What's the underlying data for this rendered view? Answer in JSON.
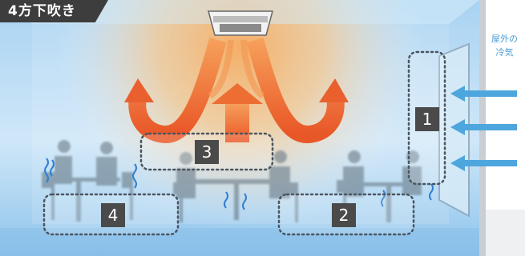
{
  "tag_label": "4方下吹き",
  "outdoor_label_line1": "屋外の",
  "outdoor_label_line2": "冷気",
  "zones": [
    {
      "id": "1",
      "label": "1"
    },
    {
      "id": "2",
      "label": "2"
    },
    {
      "id": "3",
      "label": "3"
    },
    {
      "id": "4",
      "label": "4"
    }
  ],
  "colors": {
    "room_blue": "#bfe0f7",
    "warm_orange": "#f58a3c",
    "arrow_red": "#e8502a",
    "wall_gray": "#c8cfd6",
    "cold_arrow": "#5aaee0",
    "zone_box": "#4a4a4a"
  },
  "icons": [
    "ceiling-cassette-icon",
    "cold-air-arrow-icon",
    "warm-airflow-arrow-icon",
    "person-silhouette-icon"
  ]
}
